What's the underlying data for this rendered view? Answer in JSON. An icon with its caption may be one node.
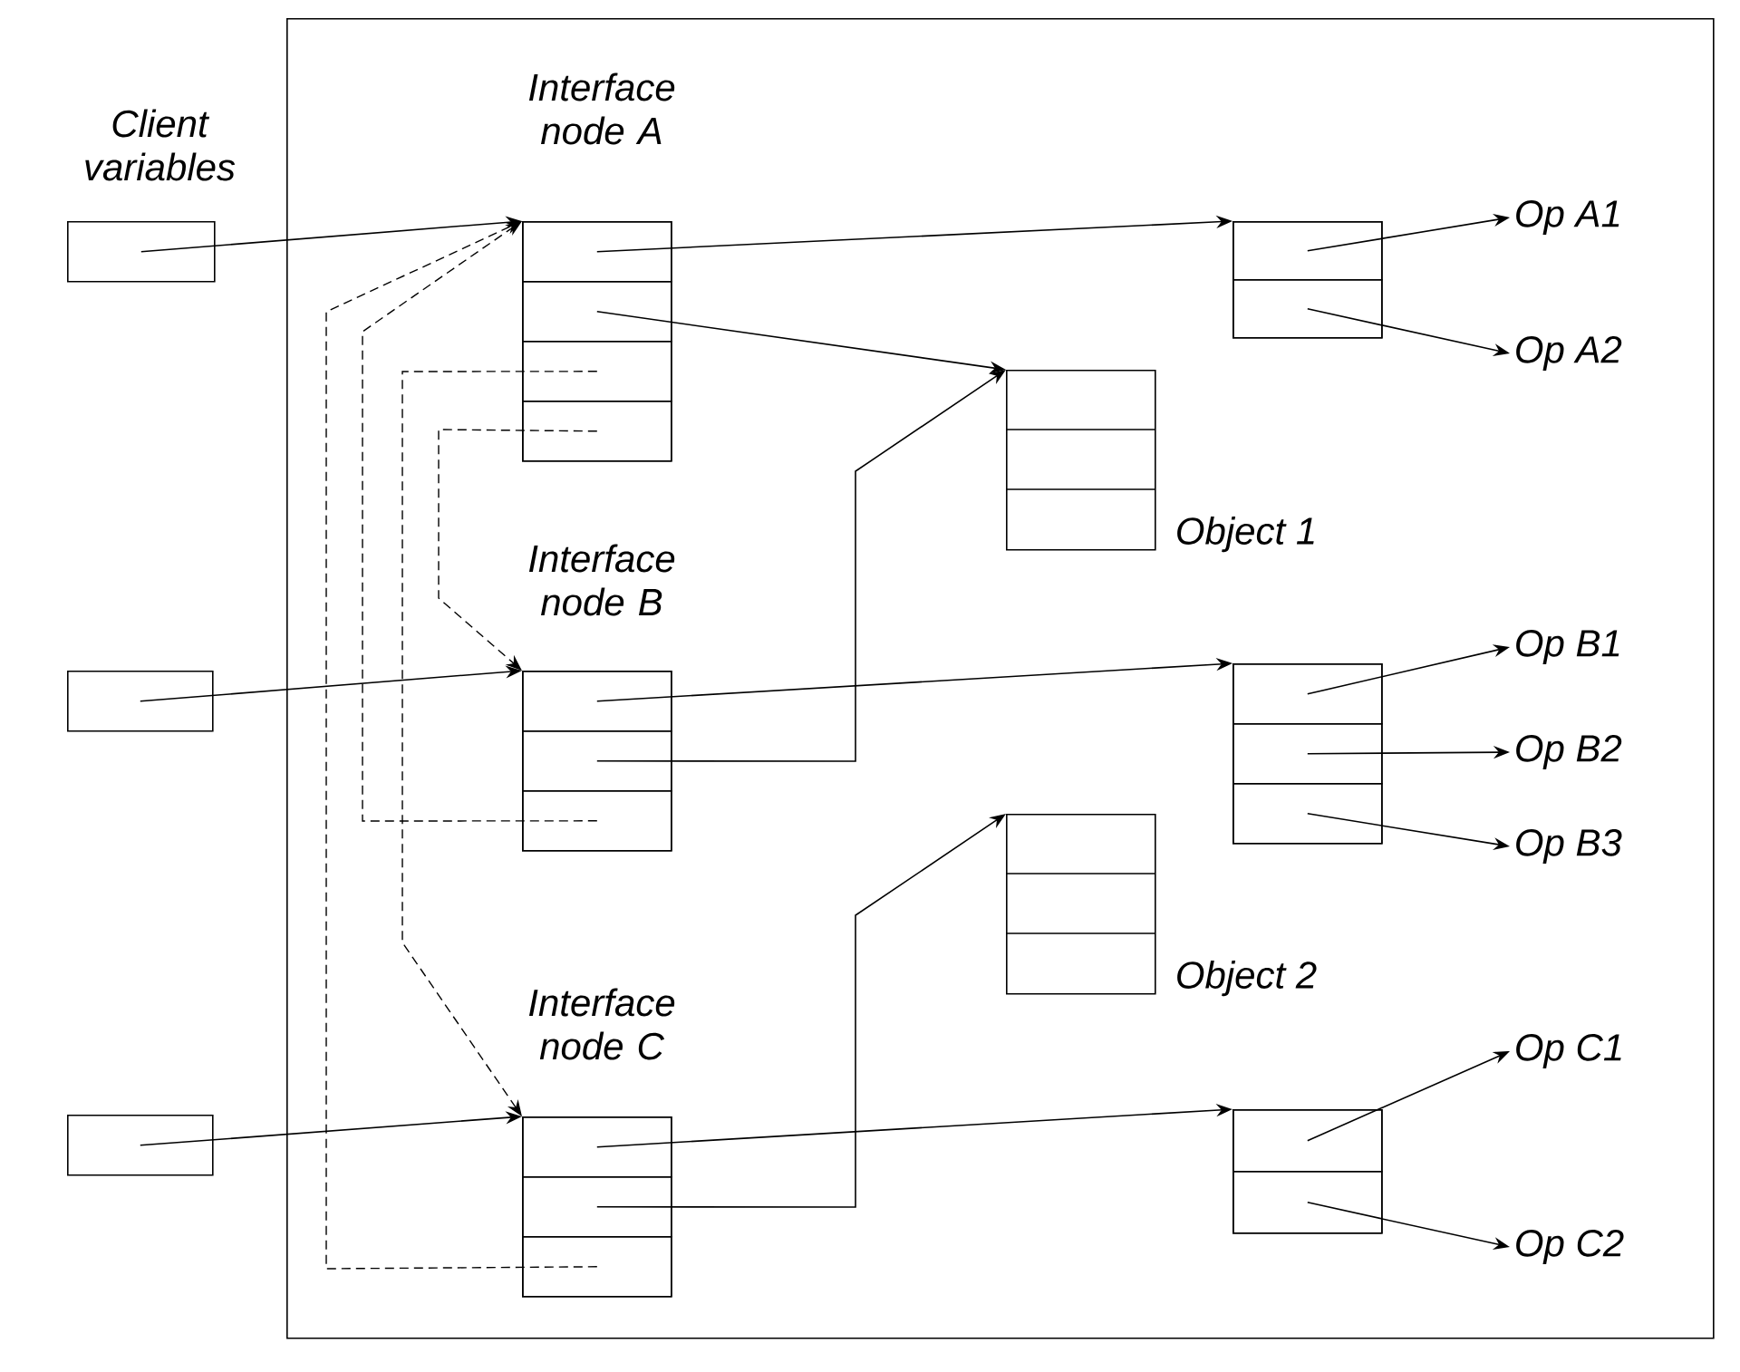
{
  "diagram": {
    "nodes": [
      {
        "text": [],
        "shape": "box"
      },
      {
        "text": [
          "Client variables"
        ]
      },
      {
        "text": [],
        "shape": "box"
      },
      {
        "text": [],
        "shape": "box"
      },
      {
        "text": [
          "Interface node A"
        ],
        "in": 0
      },
      {
        "text": [],
        "shape": "box",
        "in": 4
      },
      {
        "text": [],
        "shape": "box",
        "in": 4
      },
      {
        "text": [],
        "shape": "box",
        "in": 4
      },
      {
        "text": [],
        "shape": "box",
        "in": 4
      },
      {
        "text": [],
        "shape": "box",
        "in": 0
      },
      {
        "text": [],
        "shape": "box",
        "in": 9
      },
      {
        "text": [],
        "shape": "box",
        "in": 9
      },
      {
        "text": [
          "Op A1"
        ],
        "in": 0
      },
      {
        "text": [
          "Op A2"
        ],
        "in": 0
      },
      {
        "text": [],
        "shape": "box",
        "in": 0,
        "beside": [
          "Object 1"
        ]
      },
      {
        "text": [
          "Interface node B"
        ],
        "in": 0
      },
      {
        "text": [],
        "shape": "box",
        "in": 15
      },
      {
        "text": [],
        "shape": "box",
        "in": 15
      },
      {
        "text": [],
        "shape": "box",
        "in": 15
      },
      {
        "text": [],
        "shape": "box",
        "in": 0
      },
      {
        "text": [],
        "shape": "box",
        "in": 19
      },
      {
        "text": [],
        "shape": "box",
        "in": 19
      },
      {
        "text": [],
        "shape": "box",
        "in": 19
      },
      {
        "text": [
          "Op B1"
        ],
        "in": 0
      },
      {
        "text": [
          "Op B2"
        ],
        "in": 0
      },
      {
        "text": [
          "Op B3"
        ],
        "in": 0
      },
      {
        "text": [],
        "shape": "box",
        "in": 0,
        "beside": [
          "Object 2"
        ]
      },
      {
        "text": [
          "Interface node C"
        ],
        "in": 0
      },
      {
        "text": [],
        "shape": "box",
        "in": 27
      },
      {
        "text": [],
        "shape": "box",
        "in": 27
      },
      {
        "text": [],
        "shape": "box",
        "in": 27
      },
      {
        "text": [],
        "shape": "box",
        "in": 0
      },
      {
        "text": [],
        "shape": "box",
        "in": 31
      },
      {
        "text": [],
        "shape": "box",
        "in": 31
      },
      {
        "text": [
          "Op C1"
        ],
        "in": 0
      },
      {
        "text": [
          "Op C2"
        ],
        "in": 0
      }
    ],
    "edges": [
      {
        "from": 1,
        "to": 4,
        "arrow": "to"
      },
      {
        "from": 5,
        "to": 9,
        "arrow": "to"
      },
      {
        "from": 6,
        "to": 14,
        "arrow": "to"
      },
      {
        "from": 10,
        "to": 12,
        "arrow": "to"
      },
      {
        "from": 11,
        "to": 13,
        "arrow": "to"
      },
      {
        "from": 2,
        "to": 15,
        "arrow": "to"
      },
      {
        "from": 16,
        "to": 19,
        "arrow": "to"
      },
      {
        "from": 17,
        "to": 14,
        "arrow": "to"
      },
      {
        "from": 20,
        "to": 23,
        "arrow": "to"
      },
      {
        "from": 21,
        "to": 24,
        "arrow": "to"
      },
      {
        "from": 22,
        "to": 25,
        "arrow": "to"
      },
      {
        "from": 3,
        "to": 27,
        "arrow": "to"
      },
      {
        "from": 28,
        "to": 31,
        "arrow": "to"
      },
      {
        "from": 29,
        "to": 26,
        "arrow": "to"
      },
      {
        "from": 32,
        "to": 34,
        "arrow": "to"
      },
      {
        "from": 33,
        "to": 35,
        "arrow": "to"
      },
      {
        "from": 30,
        "to": 4,
        "arrow": "to",
        "style": "dashed"
      },
      {
        "from": 18,
        "to": 4,
        "arrow": "to",
        "style": "dashed"
      },
      {
        "from": 7,
        "to": 27,
        "arrow": "to",
        "style": "dashed"
      },
      {
        "from": 8,
        "to": 15,
        "arrow": "to",
        "style": "dashed"
      }
    ]
  }
}
